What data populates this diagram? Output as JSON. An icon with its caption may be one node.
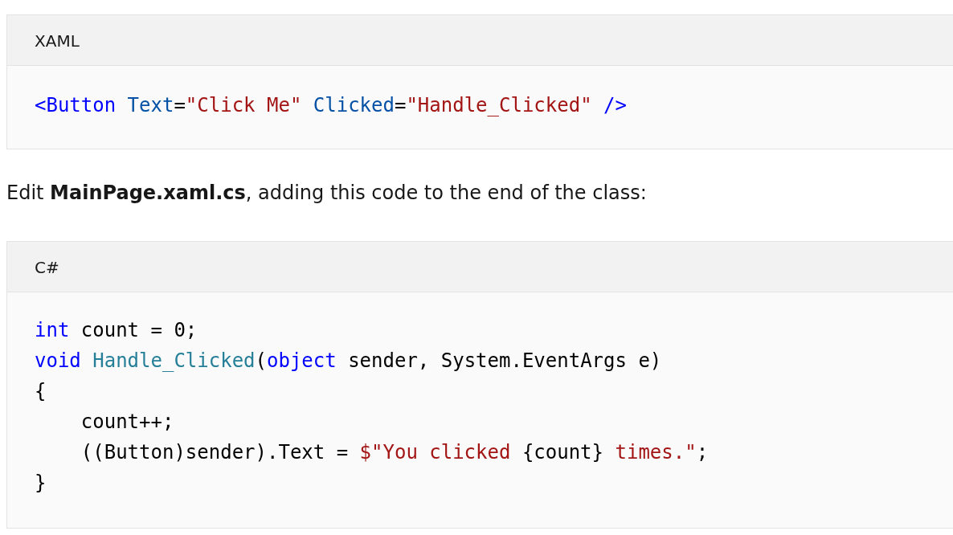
{
  "diagram": {
    "labels": [
      "XAML",
      "<Button Text=\"Click Me\" Clicked=\"Handle_Clicked\" />",
      "Edit **MainPage.xaml.cs**, adding this code to the end of the class:",
      "C#",
      "int count = 0;",
      "void Handle_Clicked(object sender, System.EventArgs e)",
      "{",
      "    count++;",
      "    ((Button)sender).Text = $\"You clicked {count} times.\";",
      "}"
    ]
  }
}
